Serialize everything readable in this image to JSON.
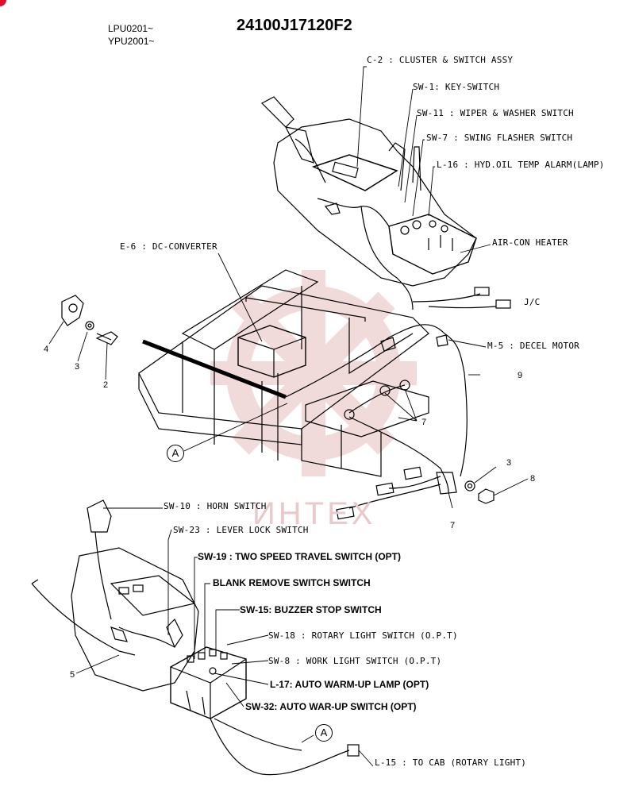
{
  "header": {
    "serial_1": "LPU0201~",
    "serial_2": "YPU2001~",
    "part_number": "24100J17120F2"
  },
  "watermark": {
    "text": "ИНТЕХ"
  },
  "labels": {
    "c2": "C-2 : CLUSTER & SWITCH ASSY",
    "sw1": "SW-1: KEY-SWITCH",
    "sw11": "SW-11 : WIPER & WASHER SWITCH",
    "sw7": "SW-7 : SWING FLASHER SWITCH",
    "l16": "L-16 : HYD.OIL TEMP ALARM(LAMP)",
    "aircon": "AIR-CON HEATER",
    "e6": "E-6 : DC-CONVERTER",
    "jc": "J/C",
    "m5": "M-5 : DECEL MOTOR",
    "sw10": "SW-10 : HORN SWITCH",
    "sw23": "SW-23 : LEVER LOCK SWITCH",
    "sw19": "SW-19 : TWO SPEED TRAVEL SWITCH (OPT)",
    "blank": "BLANK REMOVE SWITCH  SWITCH",
    "sw15": "SW-15: BUZZER STOP SWITCH",
    "sw18": "SW-18 : ROTARY LIGHT SWITCH (O.P.T)",
    "sw8": "SW-8 : WORK LIGHT SWITCH (O.P.T)",
    "l17": "L-17: AUTO WARM-UP LAMP (OPT)",
    "sw32": "SW-32: AUTO WAR-UP SWITCH (OPT)",
    "l15": "L-15 : TO CAB (ROTARY LIGHT)"
  },
  "callouts": {
    "n4": "4",
    "n3a": "3",
    "n2": "2",
    "n9": "9",
    "n7a": "7",
    "n3b": "3",
    "n8": "8",
    "n7b": "7",
    "n5": "5",
    "refA1": "A",
    "refA2": "A"
  },
  "colors": {
    "watermark": "#e9c9c9",
    "ink": "#000000",
    "corner_badge": "#e0102a"
  }
}
